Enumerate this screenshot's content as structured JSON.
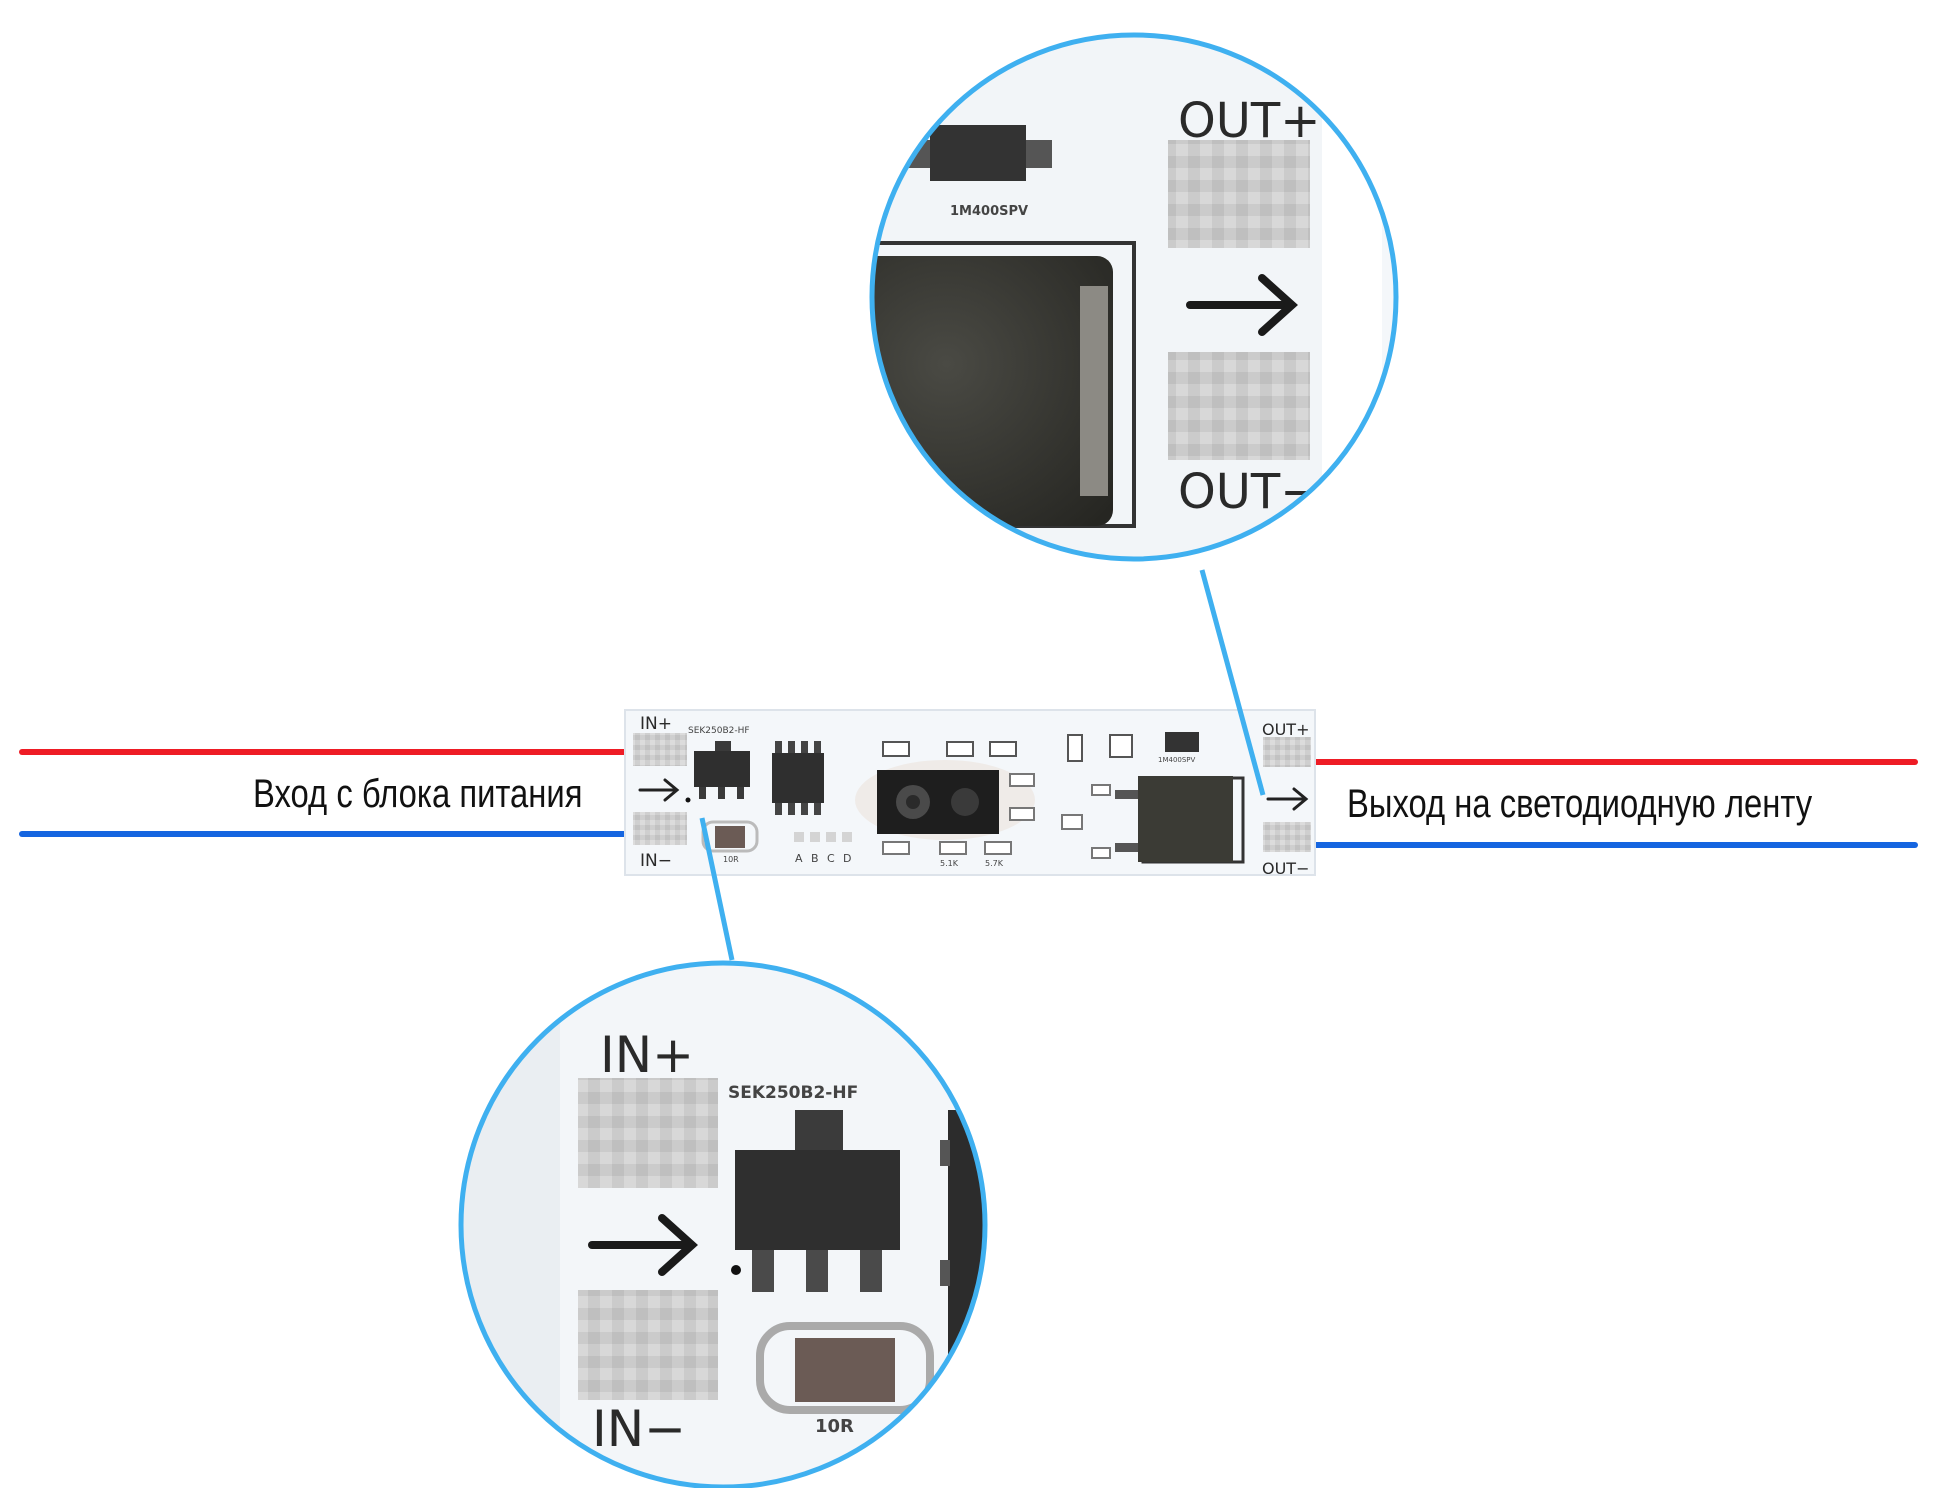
{
  "labels": {
    "input": "Вход с блока питания",
    "output": "Выход на светодиодную ленту"
  },
  "board": {
    "in_plus": "IN+",
    "in_minus": "IN−",
    "out_plus": "OUT+",
    "out_minus": "OUT−",
    "regulator_marking": "SEK250B2-HF",
    "diode_marking": "1M400SPV",
    "jumper_letters": [
      "A",
      "B",
      "C",
      "D"
    ],
    "resistor_codes": [
      "10R",
      "5.1K",
      "5.7K"
    ]
  },
  "colors": {
    "positive_wire": "#ee1c25",
    "negative_wire": "#1565e0",
    "callout": "#3fb0f0",
    "pcb": "#f4f7fa",
    "chip": "#2e2e2e",
    "pad": "#c9c9c9"
  },
  "icons": {
    "arrow": "arrow-right-icon"
  }
}
